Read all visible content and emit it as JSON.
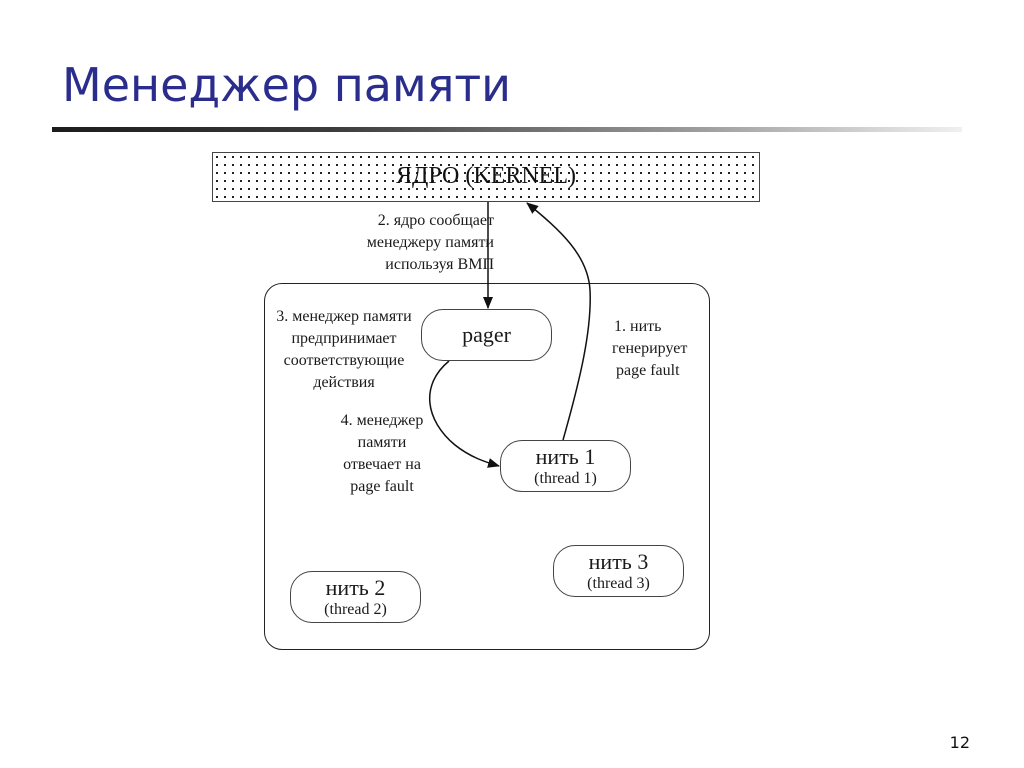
{
  "slide": {
    "title": "Менеджер памяти",
    "page_number": "12"
  },
  "diagram": {
    "kernel": {
      "label": "ЯДРО (KERNEL)"
    },
    "pager": {
      "label": "pager"
    },
    "threads": [
      {
        "label": "нить 1",
        "sublabel": "(thread 1)"
      },
      {
        "label": "нить 2",
        "sublabel": "(thread 2)"
      },
      {
        "label": "нить 3",
        "sublabel": "(thread 3)"
      }
    ],
    "notes": {
      "step1": [
        "1. нить",
        "генерирует",
        "page fault"
      ],
      "step2": [
        "2. ядро сообщает",
        "менеджеру памяти",
        "используя ВМП"
      ],
      "step3": [
        "3. менеджер памяти",
        "предпринимает",
        "соответствующие",
        "действия"
      ],
      "step4": [
        "4. менеджер",
        "памяти",
        "отвечает на",
        "page fault"
      ]
    }
  }
}
